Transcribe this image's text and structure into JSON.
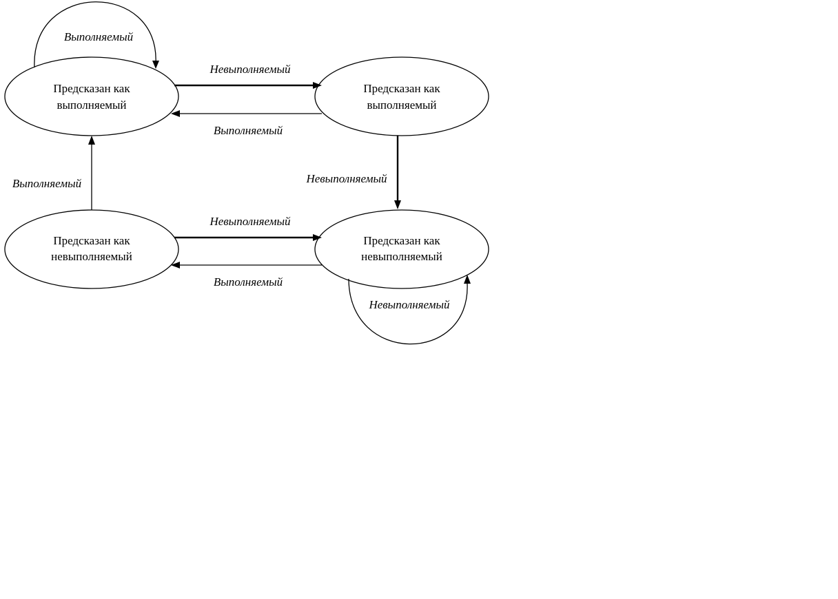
{
  "diagram": {
    "states": {
      "top_left": {
        "line1": "Предсказан как",
        "line2": "выполняемый"
      },
      "top_right": {
        "line1": "Предсказан как",
        "line2": "выполняемый"
      },
      "bottom_left": {
        "line1": "Предсказан как",
        "line2": "невыполняемый"
      },
      "bottom_right": {
        "line1": "Предсказан как",
        "line2": "невыполняемый"
      }
    },
    "transitions": {
      "self_loop_top_left": "Выполняемый",
      "top_left_to_top_right": "Невыполняемый",
      "top_right_to_top_left": "Выполняемый",
      "top_right_to_bottom_right": "Невыполняемый",
      "bottom_left_to_top_left": "Выполняемый",
      "bottom_left_to_bottom_right": "Невыполняемый",
      "bottom_right_to_bottom_left": "Выполняемый",
      "self_loop_bottom_right": "Невыполняемый"
    }
  }
}
